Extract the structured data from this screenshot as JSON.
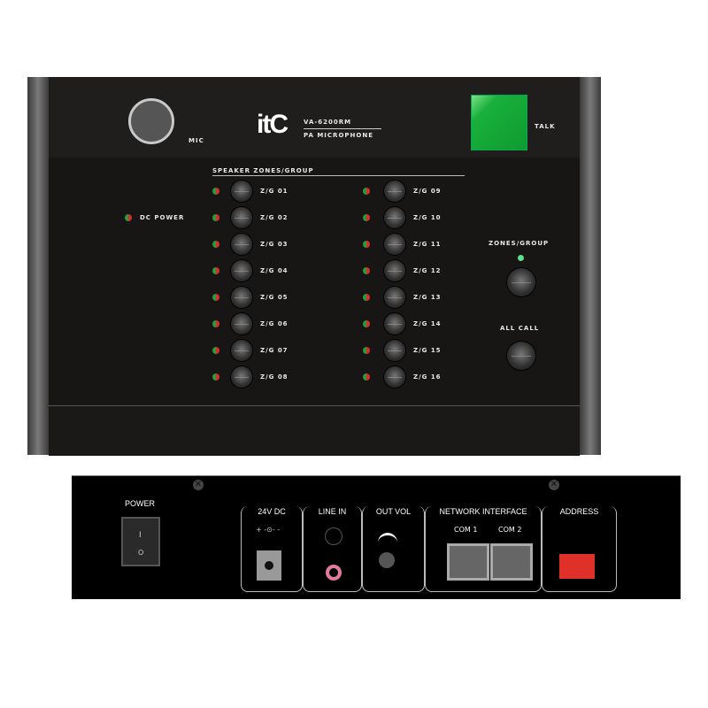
{
  "front": {
    "brand": "itC",
    "model": "VA-6200RM",
    "product": "PA MICROPHONE",
    "mic_label": "MIC",
    "talk_label": "TALK",
    "zones_heading": "SPEAKER ZONES/GROUP",
    "dc_power": "DC POWER",
    "zones": [
      "Z/G 01",
      "Z/G 02",
      "Z/G 03",
      "Z/G 04",
      "Z/G 05",
      "Z/G 06",
      "Z/G 07",
      "Z/G 08",
      "Z/G 09",
      "Z/G 10",
      "Z/G 11",
      "Z/G 12",
      "Z/G 13",
      "Z/G 14",
      "Z/G 15",
      "Z/G 16"
    ],
    "zones_group_label": "ZONES/GROUP",
    "all_call_label": "ALL CALL",
    "colors": {
      "talk": "#18b03a",
      "led_green": "#2a9a3a",
      "led_red": "#d0312a",
      "status_led": "#5fe08a"
    }
  },
  "rear": {
    "power": "POWER",
    "switch_on": "I",
    "switch_off": "O",
    "sections": {
      "dc": "24V DC",
      "line_in": "LINE IN",
      "out_vol": "OUT VOL",
      "network": "NETWORK INTERFACE",
      "address": "ADDRESS"
    },
    "polarity": "+ -⊙- -",
    "com1": "COM 1",
    "com2": "COM 2"
  }
}
